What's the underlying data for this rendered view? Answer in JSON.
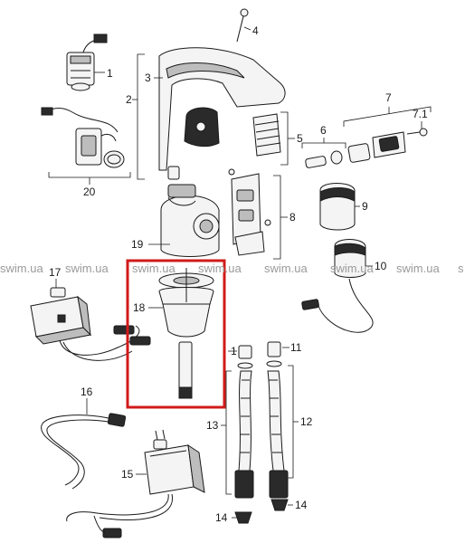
{
  "callouts": {
    "c1": "1",
    "c2": "2",
    "c3": "3",
    "c4": "4",
    "c5": "5",
    "c6": "6",
    "c7": "7",
    "c7_1": "7.1",
    "c8": "8",
    "c9": "9",
    "c10": "10",
    "c11": "11",
    "c12": "12",
    "c13": "13",
    "c14a": "14",
    "c14b": "14",
    "c15": "15",
    "c16": "16",
    "c17": "17",
    "c18": "18",
    "c19": "19",
    "c20": "20",
    "c1b": "1"
  },
  "watermark": {
    "text": "swim.ua",
    "edge_fragment": "s"
  },
  "highlight": {
    "color": "#d11a1a",
    "target_part": "18"
  }
}
